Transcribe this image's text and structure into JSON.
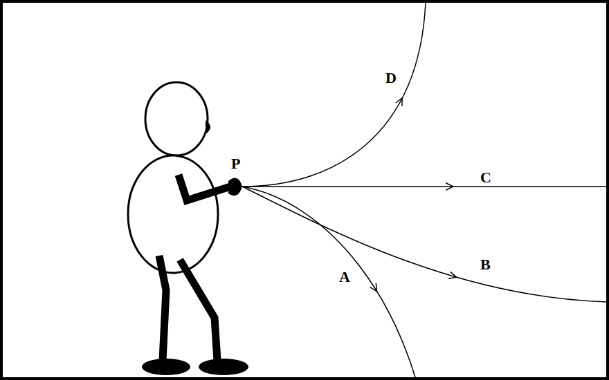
{
  "diagram": {
    "labels": [
      "P",
      "D",
      "C",
      "B",
      "A"
    ]
  }
}
